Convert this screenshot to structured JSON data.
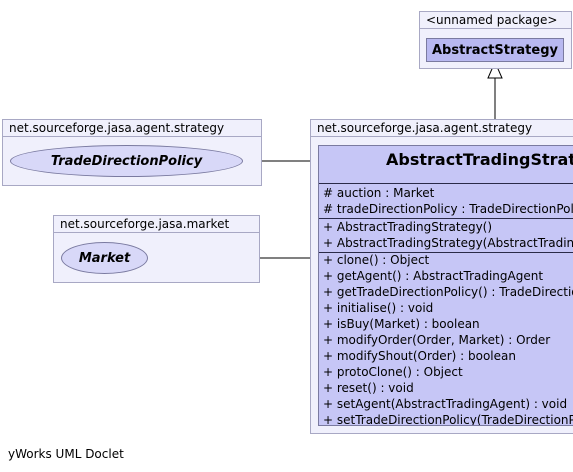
{
  "packages": {
    "unnamed": "<unnamed package>",
    "agent_strategy_left": "net.sourceforge.jasa.agent.strategy",
    "market": "net.sourceforge.jasa.market",
    "agent_strategy_right": "net.sourceforge.jasa.agent.strategy"
  },
  "classes": {
    "abstract_strategy": "AbstractStrategy",
    "trade_direction_policy": "TradeDirectionPolicy",
    "market": "Market",
    "abstract_trading_strategy": {
      "name": "AbstractTradingStrategy",
      "fields": [
        "# auction : Market",
        "# tradeDirectionPolicy : TradeDirectionPolicy"
      ],
      "constructors": [
        "+ AbstractTradingStrategy()",
        "+ AbstractTradingStrategy(AbstractTradingAgent)"
      ],
      "methods": [
        "+ clone() : Object",
        "+ getAgent() : AbstractTradingAgent",
        "+ getTradeDirectionPolicy() : TradeDirectionPolicy",
        "+ initialise() : void",
        "+ isBuy(Market) : boolean",
        "+ modifyOrder(Order, Market) : Order",
        "+ modifyShout(Order) : boolean",
        "+ protoClone() : Object",
        "+ reset() : void",
        "+ setAgent(AbstractTradingAgent) : void",
        "+ setTradeDirectionPolicy(TradeDirectionPolicy) : void"
      ]
    }
  },
  "footer": "yWorks UML Doclet",
  "colors": {
    "package_fill": "#f0f0fc",
    "class_fill": "#c6c6f6",
    "interface_fill": "#d8d8f8"
  }
}
